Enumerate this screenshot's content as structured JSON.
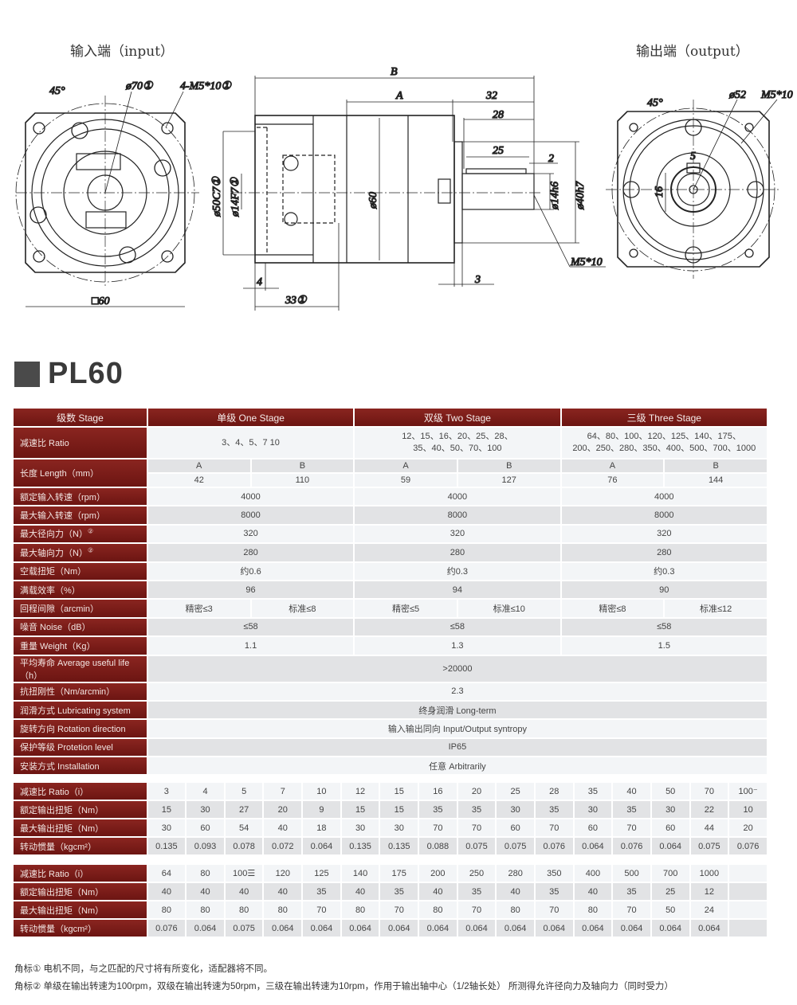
{
  "views": {
    "input_title": "输入端（input）",
    "output_title": "输出端（output）"
  },
  "drawing": {
    "input": {
      "angle": "45°",
      "pcd": "ø70①",
      "holes": "4-M5*10①",
      "square": "□60"
    },
    "side": {
      "B": "B",
      "A": "A",
      "d32": "32",
      "d28": "28",
      "d25": "25",
      "d2": "2",
      "d60": "ø60",
      "d50": "ø50C7①",
      "d14f": "ø14F7①",
      "d14h": "ø14h6",
      "d40": "ø40h7",
      "m5": "M5*10",
      "d3": "3",
      "d4": "4",
      "d33": "33①"
    },
    "output": {
      "angle": "45°",
      "pcd": "ø52",
      "holes": "M5*10",
      "key": "5",
      "height": "16"
    }
  },
  "model": "PL60",
  "colors": {
    "header": "#7a1c18",
    "row_light": "#f3f5f7",
    "row_dark": "#e2e3e5"
  },
  "spec": {
    "header": [
      "级数 Stage",
      "单级 One Stage",
      "双级 Two Stage",
      "三级 Three Stage"
    ],
    "ratio": {
      "label": "减速比 Ratio",
      "values": [
        "3、4、5、7  10",
        "12、15、16、20、25、28、\n35、40、50、70、100",
        "64、80、100、120、125、140、175、\n200、250、280、350、400、500、700、1000"
      ]
    },
    "length": {
      "label": "长度 Length（mm）",
      "sub": [
        "A",
        "B",
        "A",
        "B",
        "A",
        "B"
      ],
      "values": [
        "42",
        "110",
        "59",
        "127",
        "76",
        "144"
      ]
    },
    "rows": [
      {
        "label": "额定输入转速（rpm）",
        "values": [
          "4000",
          "4000",
          "4000"
        ]
      },
      {
        "label": "最大输入转速（rpm）",
        "values": [
          "8000",
          "8000",
          "8000"
        ]
      },
      {
        "label": "最大径向力（N）",
        "sup": "②",
        "values": [
          "320",
          "320",
          "320"
        ]
      },
      {
        "label": "最大轴向力（N）",
        "sup": "②",
        "values": [
          "280",
          "280",
          "280"
        ]
      },
      {
        "label": "空载扭矩（Nm）",
        "values": [
          "约0.6",
          "约0.3",
          "约0.3"
        ]
      },
      {
        "label": "满载效率（%）",
        "values": [
          "96",
          "94",
          "90"
        ]
      },
      {
        "label": "回程间隙（arcmin）",
        "values": [
          "精密≤3",
          "标准≤8",
          "精密≤5",
          "标准≤10",
          "精密≤8",
          "标准≤12"
        ]
      },
      {
        "label": "噪音 Noise（dB）",
        "values": [
          "≤58",
          "≤58",
          "≤58"
        ]
      },
      {
        "label": "重量 Weight（Kg）",
        "values": [
          "1.1",
          "1.3",
          "1.5"
        ]
      },
      {
        "label": "平均寿命 Average useful life（h）",
        "values": [
          ">20000"
        ]
      },
      {
        "label": "抗扭刚性（Nm/arcmin）",
        "values": [
          "2.3"
        ]
      },
      {
        "label": "润滑方式 Lubricating system",
        "values": [
          "终身润滑  Long-term"
        ]
      },
      {
        "label": "旋转方向 Rotation direction",
        "values": [
          "输入输出同向  Input/Output syntropy"
        ]
      },
      {
        "label": "保护等级 Protetion level",
        "values": [
          "IP65"
        ]
      },
      {
        "label": "安装方式 Installation",
        "values": [
          "任意  Arbitrarily"
        ]
      }
    ]
  },
  "detail_tables": [
    {
      "rows": [
        {
          "label": "减速比 Ratio（i）",
          "values": [
            "3",
            "4",
            "5",
            "7",
            "10",
            "12",
            "15",
            "16",
            "20",
            "25",
            "28",
            "35",
            "40",
            "50",
            "70",
            "100⁻"
          ]
        },
        {
          "label": "额定输出扭矩（Nm）",
          "values": [
            "15",
            "30",
            "27",
            "20",
            "9",
            "15",
            "15",
            "35",
            "35",
            "30",
            "35",
            "30",
            "35",
            "30",
            "22",
            "10"
          ]
        },
        {
          "label": "最大输出扭矩（Nm）",
          "values": [
            "30",
            "60",
            "54",
            "40",
            "18",
            "30",
            "30",
            "70",
            "70",
            "60",
            "70",
            "60",
            "70",
            "60",
            "44",
            "20"
          ]
        },
        {
          "label": "转动惯量（kgcm²）",
          "values": [
            "0.135",
            "0.093",
            "0.078",
            "0.072",
            "0.064",
            "0.135",
            "0.135",
            "0.088",
            "0.075",
            "0.075",
            "0.076",
            "0.064",
            "0.076",
            "0.064",
            "0.075",
            "0.076"
          ]
        }
      ]
    },
    {
      "rows": [
        {
          "label": "减速比 Ratio（i）",
          "values": [
            "64",
            "80",
            "100☰",
            "120",
            "125",
            "140",
            "175",
            "200",
            "250",
            "280",
            "350",
            "400",
            "500",
            "700",
            "1000",
            ""
          ]
        },
        {
          "label": "额定输出扭矩（Nm）",
          "values": [
            "40",
            "40",
            "40",
            "40",
            "35",
            "40",
            "35",
            "40",
            "35",
            "40",
            "35",
            "40",
            "35",
            "25",
            "12",
            ""
          ]
        },
        {
          "label": "最大输出扭矩（Nm）",
          "values": [
            "80",
            "80",
            "80",
            "80",
            "70",
            "80",
            "70",
            "80",
            "70",
            "80",
            "70",
            "80",
            "70",
            "50",
            "24",
            ""
          ]
        },
        {
          "label": "转动惯量（kgcm²）",
          "values": [
            "0.076",
            "0.064",
            "0.075",
            "0.064",
            "0.064",
            "0.064",
            "0.064",
            "0.064",
            "0.064",
            "0.064",
            "0.064",
            "0.064",
            "0.064",
            "0.064",
            "0.064",
            ""
          ]
        }
      ]
    }
  ],
  "notes": [
    "角标①  电机不同，与之匹配的尺寸将有所变化，适配器将不同。",
    "角标②  单级在输出转速为100rpm，双级在输出转速为50rpm，三级在输出转速为10rpm，作用于输出轴中心（1/2轴长处）   所测得允许径向力及轴向力（同时受力）"
  ]
}
